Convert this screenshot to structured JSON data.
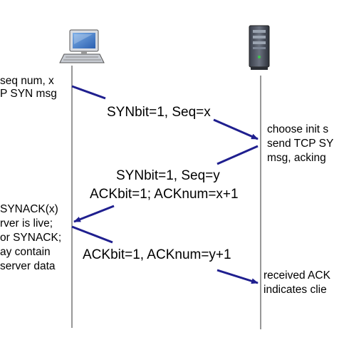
{
  "client_notes": {
    "line1": "seq num, x",
    "line2": "P SYN msg"
  },
  "server_notes_1": {
    "line1": "choose init s",
    "line2": "send TCP SY",
    "line3": "msg, acking"
  },
  "client_notes_2": {
    "line1": "SYNACK(x)",
    "line2": "rver is live;",
    "line3": "or SYNACK;",
    "line4": "ay contain",
    "line5": "server data"
  },
  "server_notes_2": {
    "line1": "received ACK",
    "line2": "indicates clie"
  },
  "messages": {
    "syn": "SYNbit=1, Seq=x",
    "synack_line1": "SYNbit=1, Seq=y",
    "synack_line2": "ACKbit=1; ACKnum=x+1",
    "ack": "ACKbit=1, ACKnum=y+1"
  },
  "colors": {
    "arrow": "#1f1f8f",
    "timeline": "#777777"
  },
  "icons": {
    "client": "desktop-computer-icon",
    "server": "server-tower-icon"
  }
}
